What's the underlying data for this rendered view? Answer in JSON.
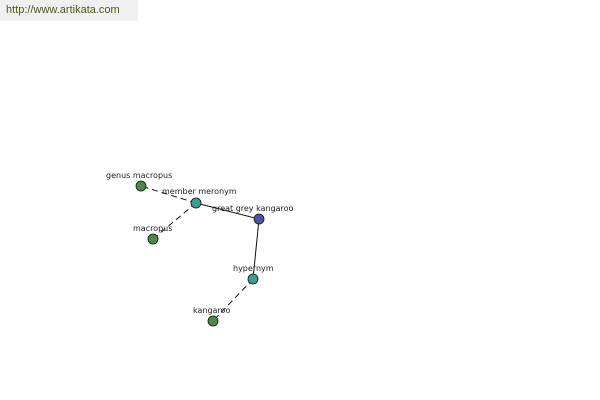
{
  "header": {
    "url_text": "http://www.artikata.com"
  },
  "colors": {
    "center_node": "#4a55a2",
    "relation_node": "#3e9c96",
    "leaf_node": "#4a8a4a",
    "url_text": "#4a5a1a",
    "url_bar_bg": "#f0f0f0"
  },
  "graph": {
    "nodes": [
      {
        "id": "great-grey-kangaroo",
        "label": "great grey kangaroo",
        "kind": "center"
      },
      {
        "id": "member-meronym",
        "label": "member meronym",
        "kind": "relation"
      },
      {
        "id": "hypernym",
        "label": "hypernym",
        "kind": "relation"
      },
      {
        "id": "genus-macropus",
        "label": "genus macropus",
        "kind": "leaf"
      },
      {
        "id": "macropus",
        "label": "macropus",
        "kind": "leaf"
      },
      {
        "id": "kangaroo",
        "label": "kangaroo",
        "kind": "leaf"
      }
    ],
    "edges": [
      {
        "from": "great-grey-kangaroo",
        "to": "member-meronym",
        "style": "solid"
      },
      {
        "from": "great-grey-kangaroo",
        "to": "hypernym",
        "style": "solid"
      },
      {
        "from": "member-meronym",
        "to": "genus-macropus",
        "style": "dashed"
      },
      {
        "from": "member-meronym",
        "to": "macropus",
        "style": "dashed"
      },
      {
        "from": "hypernym",
        "to": "kangaroo",
        "style": "dashed"
      }
    ]
  }
}
